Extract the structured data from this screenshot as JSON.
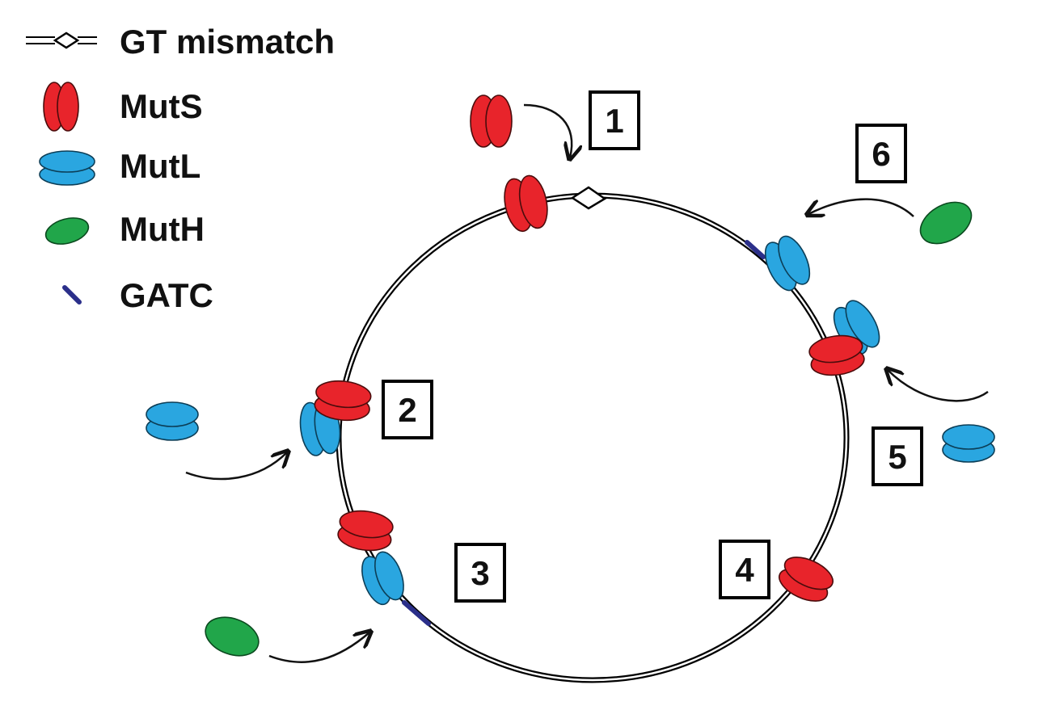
{
  "legend": {
    "mismatch": {
      "label": "GT mismatch",
      "icon": "mismatch-icon"
    },
    "muts": {
      "label": "MutS",
      "icon": "muts-icon",
      "color": "#e8242b"
    },
    "mutl": {
      "label": "MutL",
      "icon": "mutl-icon",
      "color": "#2aa6e0"
    },
    "muth": {
      "label": "MutH",
      "icon": "muth-icon",
      "color": "#21a64a"
    },
    "gatc": {
      "label": "GATC",
      "icon": "gatc-icon",
      "color": "#2b2f8a"
    }
  },
  "steps": [
    {
      "label": "1"
    },
    {
      "label": "2"
    },
    {
      "label": "3"
    },
    {
      "label": "4"
    },
    {
      "label": "5"
    },
    {
      "label": "6"
    }
  ]
}
